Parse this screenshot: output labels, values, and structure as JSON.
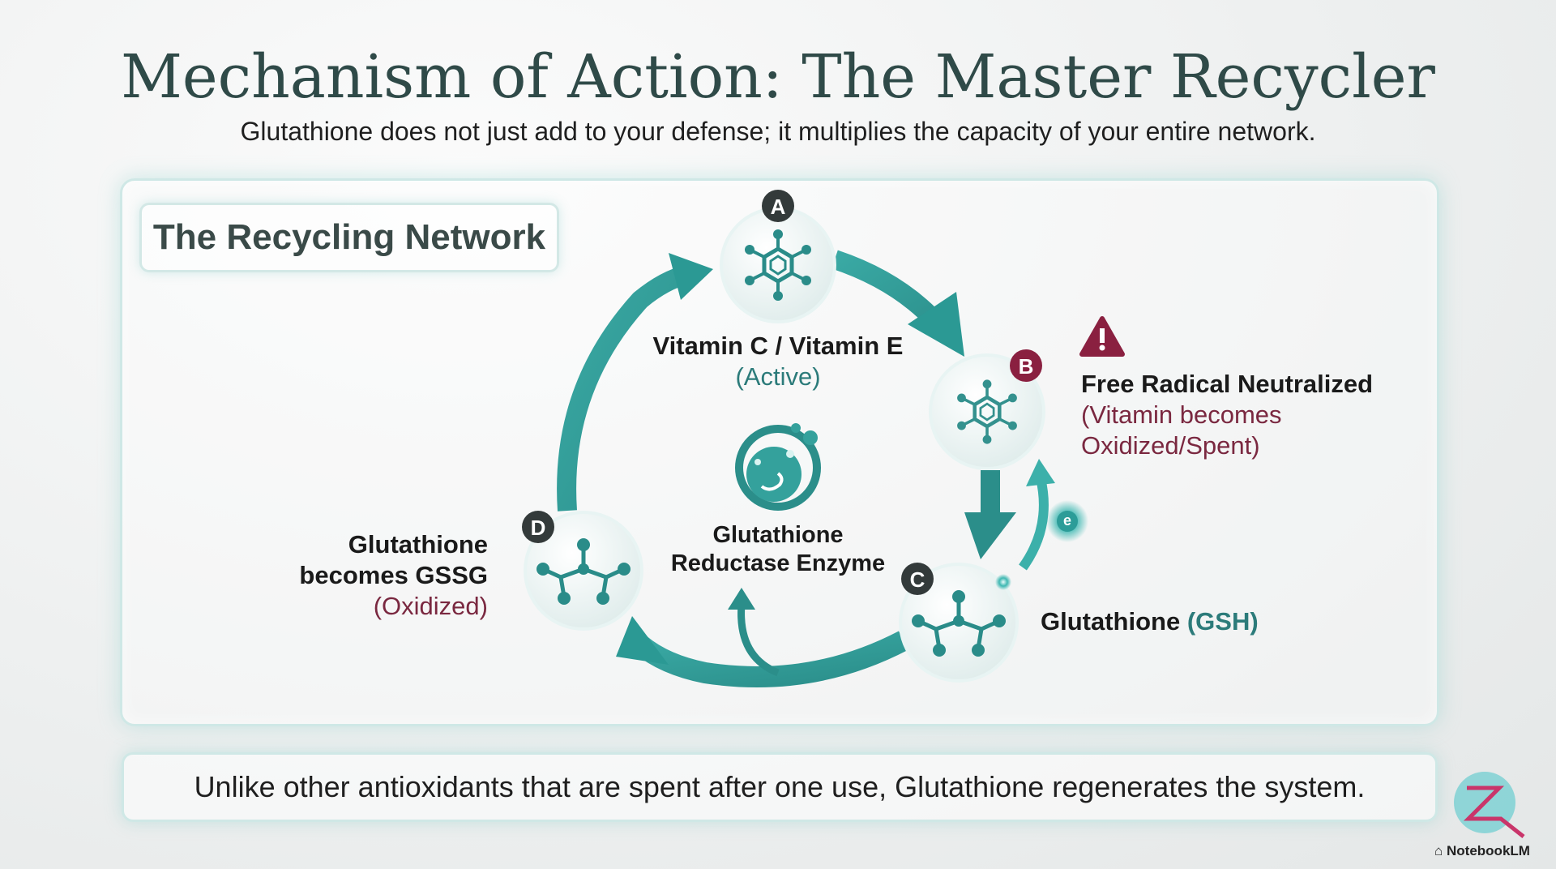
{
  "header": {
    "title": "Mechanism of Action: The Master Recycler",
    "subtitle": "Glutathione does not just add to your defense; it multiplies the capacity of your entire network."
  },
  "panel": {
    "title": "The Recycling Network"
  },
  "nodes": {
    "a": {
      "badge": "A",
      "label": "Vitamin C / Vitamin E",
      "status": "(Active)"
    },
    "b": {
      "badge": "B",
      "label": "Free Radical Neutralized",
      "status_line1": "(Vitamin becomes",
      "status_line2": "Oxidized/Spent)"
    },
    "c": {
      "badge": "C",
      "label": "Glutathione",
      "status": "(GSH)"
    },
    "d": {
      "badge": "D",
      "label_line1": "Glutathione",
      "label_line2": "becomes GSSG",
      "status": "(Oxidized)"
    },
    "center": {
      "label_line1": "Glutathione",
      "label_line2": "Reductase Enzyme"
    },
    "electron": "e"
  },
  "icons": {
    "warning": "warning-triangle-icon",
    "molecule": "molecule-icon",
    "enzyme": "enzyme-icon",
    "logo": "z-logo-icon"
  },
  "footer": {
    "text": "Unlike other antioxidants that are spent after one use, Glutathione regenerates the system."
  },
  "branding": {
    "name": "NotebookLM"
  },
  "colors": {
    "teal": "#2c9c98",
    "maroon": "#8a2040",
    "dark": "#333a3a"
  }
}
